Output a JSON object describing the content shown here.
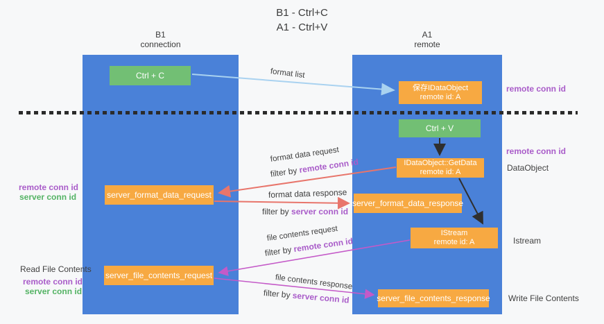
{
  "title": {
    "line1": "B1 - Ctrl+C",
    "line2": "A1 - Ctrl+V"
  },
  "lanes": {
    "b1": {
      "name": "B1",
      "subtitle": "connection"
    },
    "a1": {
      "name": "A1",
      "subtitle": "remote"
    }
  },
  "boxes": {
    "ctrl_c": {
      "label": "Ctrl + C"
    },
    "save_dataobject": {
      "line1": "保存IDataObject",
      "line2": "remote id: A"
    },
    "ctrl_v": {
      "label": "Ctrl + V"
    },
    "getdata": {
      "line1": "IDataObject::GetData",
      "line2": "remote id: A"
    },
    "format_request": {
      "label": "server_format_data_request"
    },
    "format_response": {
      "label": "server_format_data_response"
    },
    "istream": {
      "line1": "IStream",
      "line2": "remote id: A"
    },
    "file_request": {
      "label": "server_file_contents_request"
    },
    "file_response": {
      "label": "server_file_contents_response"
    }
  },
  "arrow_labels": {
    "format_list": "format list",
    "format_data_request": "format data request",
    "format_data_response": "format data response",
    "file_contents_request": "file contents request",
    "file_contents_response": "file contents response",
    "filter_by": "filter by ",
    "remote_conn_id": "remote conn id",
    "server_conn_id": "server conn id"
  },
  "side_labels": {
    "right_remote_1": "remote conn id",
    "right_remote_2": "remote conn id",
    "dataobject": "DataObject",
    "istream": "Istream",
    "write_file": "Write File Contents",
    "left_remote_1": "remote conn id",
    "left_server_1": "server conn id",
    "read_file": "Read File Contents",
    "left_remote_2": "remote conn id",
    "left_server_2": "server conn id"
  },
  "colors": {
    "lane_blue": "#4a81d8",
    "green_box": "#72bf74",
    "orange_box": "#f7a942",
    "salmon_arrow": "#e8756b",
    "magenta_arrow": "#c45ac8",
    "light_blue_arrow": "#a9d2f0",
    "purple_text": "#a95cc9",
    "green_text": "#54b364",
    "dark_text": "#3d3d3d"
  }
}
